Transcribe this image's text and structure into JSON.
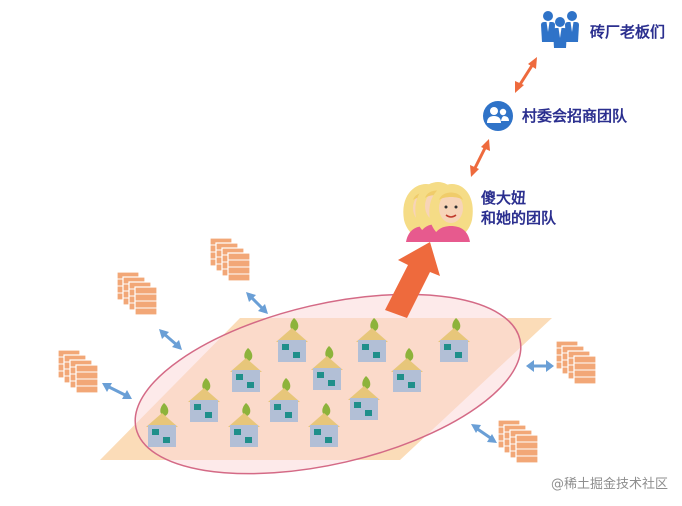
{
  "labels": {
    "boss": "砖厂老板们",
    "committee": "村委会招商团队",
    "girl_line1": "傻大妞",
    "girl_line2": "和她的团队"
  },
  "watermark": "@稀土掘金技术社区",
  "colors": {
    "text": "#2b2f8f",
    "arrow_red": "#ee6a3d",
    "arrow_blue": "#6a9fd6",
    "ellipse_fill": "#fbd9d9",
    "ellipse_stroke": "#d46a86",
    "land": "#fbdcb8",
    "brick": "#f2a777",
    "house_wall": "#b2bfd6",
    "house_window": "#1f8f8a",
    "sprout": "#8db33b",
    "icon_blue": "#2f73c8"
  },
  "icons": [
    "people-group-icon",
    "users-badge-icon",
    "girls-group-icon",
    "brick-stack-icon",
    "house-icon"
  ]
}
